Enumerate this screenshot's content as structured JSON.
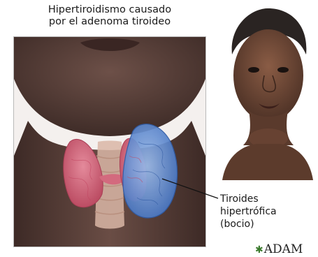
{
  "title": {
    "line1": "Hipertiroidismo causado",
    "line2": "por el adenoma tiroideo"
  },
  "callout": {
    "line1": "Tiroides",
    "line2": "hipertrófica",
    "line3": "(bocio)"
  },
  "logo": {
    "text": "ADAM",
    "icon": "star-icon"
  },
  "colors": {
    "skin_dark": "#4a3530",
    "skin_mid": "#6d5048",
    "thyroid_left": "#d36a7e",
    "thyroid_right": "#6f97d6",
    "trachea": "#d9b6a6",
    "border": "#b9b9b9"
  }
}
